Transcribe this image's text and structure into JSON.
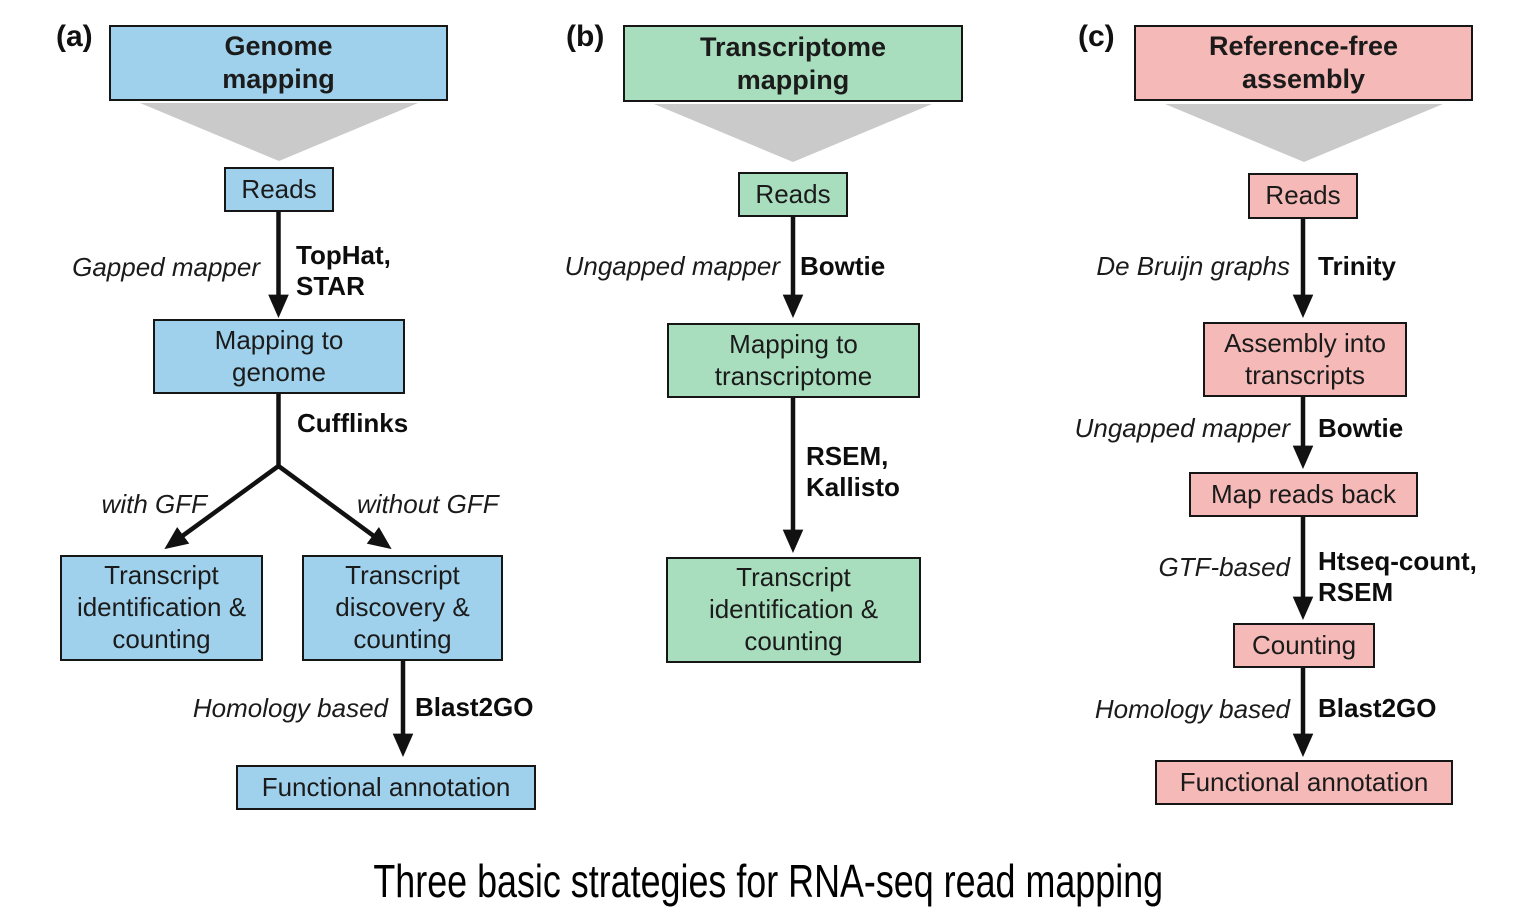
{
  "figure": {
    "caption": "Three basic strategies for RNA-seq read mapping"
  },
  "colors": {
    "panel_a_fill": "#9FD1EC",
    "panel_b_fill": "#A8DEBE",
    "panel_c_fill": "#F5B9B7",
    "funnel_gray": "#CACACA",
    "line_black": "#111111"
  },
  "panel_a": {
    "label": "(a)",
    "title": "Genome\nmapping",
    "reads": "Reads",
    "edge1_method": "Gapped mapper",
    "edge1_tools": "TopHat,\nSTAR",
    "mapping_box": "Mapping to\ngenome",
    "edge2_tools": "Cufflinks",
    "branch_left": "with GFF",
    "branch_right": "without GFF",
    "left_box": "Transcript\nidentification &\ncounting",
    "right_box": "Transcript\ndiscovery &\ncounting",
    "edge3_method": "Homology based",
    "edge3_tools": "Blast2GO",
    "functional_box": "Functional annotation"
  },
  "panel_b": {
    "label": "(b)",
    "title": "Transcriptome\nmapping",
    "reads": "Reads",
    "edge1_method": "Ungapped mapper",
    "edge1_tools": "Bowtie",
    "mapping_box": "Mapping to\ntranscriptome",
    "edge2_tools": "RSEM,\nKallisto",
    "tic_box": "Transcript\nidentification &\ncounting"
  },
  "panel_c": {
    "label": "(c)",
    "title": "Reference-free\nassembly",
    "reads": "Reads",
    "edge1_method": "De Bruijn graphs",
    "edge1_tools": "Trinity",
    "assembly_box": "Assembly into\ntranscripts",
    "edge2_method": "Ungapped mapper",
    "edge2_tools": "Bowtie",
    "mapback_box": "Map reads back",
    "edge3_method": "GTF-based",
    "edge3_tools": "Htseq-count,\nRSEM",
    "counting_box": "Counting",
    "edge4_method": "Homology based",
    "edge4_tools": "Blast2GO",
    "functional_box": "Functional annotation"
  }
}
